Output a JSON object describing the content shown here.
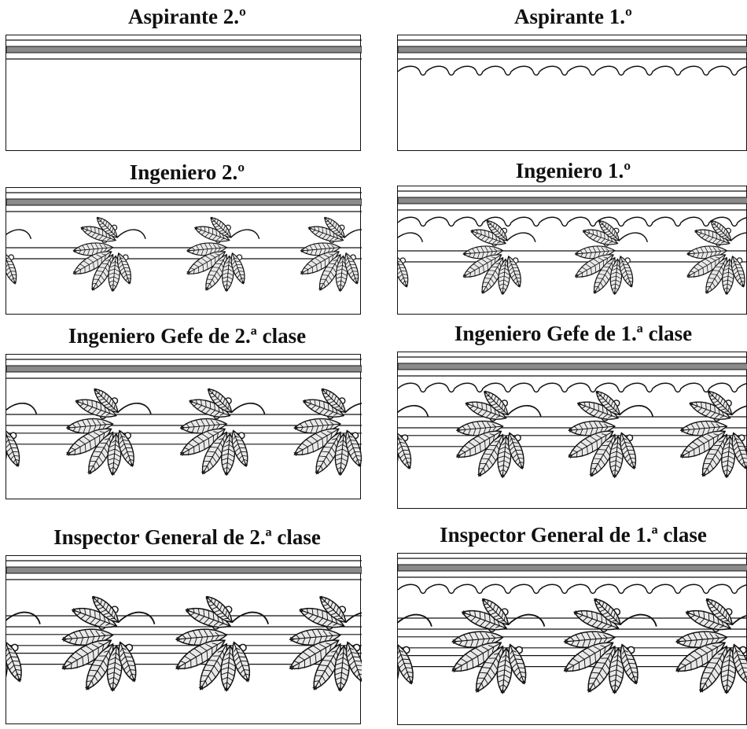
{
  "panels": [
    {
      "title": "Aspirante 2.º",
      "wavy": false,
      "leaf_rows": 0,
      "bars": 0
    },
    {
      "title": "Aspirante 1.º",
      "wavy": true,
      "leaf_rows": 0,
      "bars": 0
    },
    {
      "title": "Ingeniero 2.º",
      "wavy": false,
      "leaf_rows": 1,
      "bars": 1
    },
    {
      "title": "Ingeniero 1.º",
      "wavy": true,
      "leaf_rows": 1,
      "bars": 1
    },
    {
      "title": "Ingeniero Gefe de 2.ª clase",
      "wavy": false,
      "leaf_rows": 1,
      "bars": 2
    },
    {
      "title": "Ingeniero Gefe de 1.ª clase",
      "wavy": true,
      "leaf_rows": 1,
      "bars": 2
    },
    {
      "title": "Inspector General de 2.ª clase",
      "wavy": false,
      "leaf_rows": 1,
      "bars": 3
    },
    {
      "title": "Inspector General de 1.ª clase",
      "wavy": true,
      "leaf_rows": 1,
      "bars": 3
    }
  ],
  "colors": {
    "ink": "#111111",
    "band": "#8a8a8a",
    "paper": "#ffffff"
  }
}
